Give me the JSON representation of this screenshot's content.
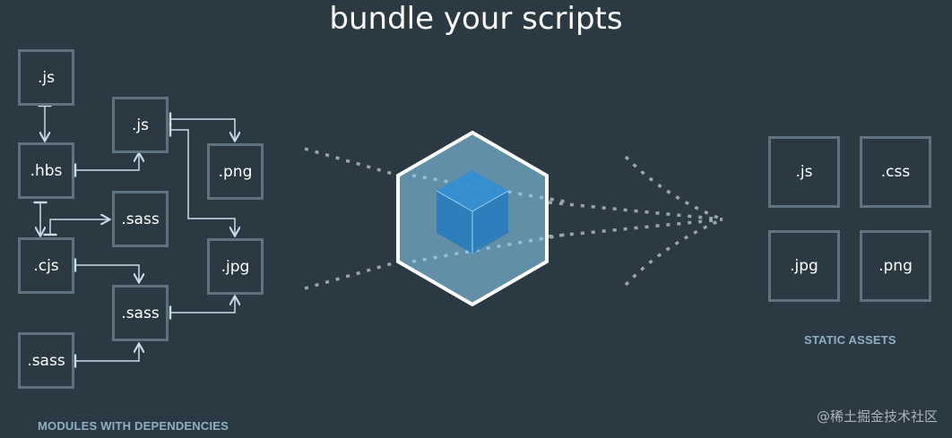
{
  "title": "bundle your scripts",
  "modules": {
    "caption": "MODULES WITH DEPENDENCIES",
    "items": [
      ".js",
      ".js",
      ".hbs",
      ".png",
      ".sass",
      ".cjs",
      ".jpg",
      ".sass",
      ".sass"
    ]
  },
  "assets": {
    "caption": "STATIC ASSETS",
    "items": [
      ".js",
      ".css",
      ".jpg",
      ".png"
    ]
  },
  "watermark": "@稀土掘金技术社区",
  "colors": {
    "background": "#2b3a42",
    "box_border": "#5e7280",
    "arrow": "#c9dde6",
    "cube_outer": "#8ed6fb",
    "cube_inner": "#1c78c0",
    "caption": "#8fb0c4"
  }
}
